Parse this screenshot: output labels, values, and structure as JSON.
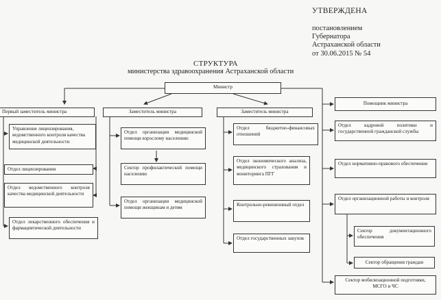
{
  "approval": {
    "approved": "УТВЕРЖДЕНА",
    "line1": "постановлением",
    "line2": "Губернатора",
    "line3": "Астраханской области",
    "line4": "от  30.06.2015  № 54"
  },
  "title": {
    "line1": "СТРУКТУРА",
    "line2": "министерства здравоохранения Астраханской области"
  },
  "nodes": {
    "minister": "Министр",
    "first_deputy": "Первый заместитель министра",
    "deputy1": "Заместитель министра",
    "deputy2": "Заместитель министра",
    "assistant": "Помощник министра",
    "licensing_control": "Управление лицензирования, ведомственного контроля качества медицинской деятельности",
    "licensing_dept": "Отдел лицензирования",
    "quality_control_dept": "Отдел ведомственного контроля качества медицинской деятельности",
    "pharmacy_dept": "Отдел лекарственного обеспечения и фармацевтической деятельности",
    "adult_care_dept": "Отдел организации медицинской помощи взрослому населению",
    "prevention_sector": "Сектор профилактической помощи населению",
    "women_children_dept": "Отдел организации медицинской помощи женщинам и детям",
    "budget_dept": "Отдел бюджетно-финансовых отношений",
    "economic_dept": "Отдел экономического анализа, медицинского страхования и мониторинга ПГГ",
    "audit_dept": "Контрольно-ревизионный отдел",
    "procurement_dept": "Отдел государственных закупок",
    "hr_dept": "Отдел кадровой политики и государственной гражданской службы",
    "legal_dept": "Отдел нормативно-правового обеспечения",
    "org_dept": "Отдел организационной работы и контроля",
    "docs_sector": "Сектор документационного обеспечения",
    "citizens_sector": "Сектор обращения граждан",
    "mobilization_sector": "Сектор мобилизационной подготовки, МСГО и ЧС"
  }
}
